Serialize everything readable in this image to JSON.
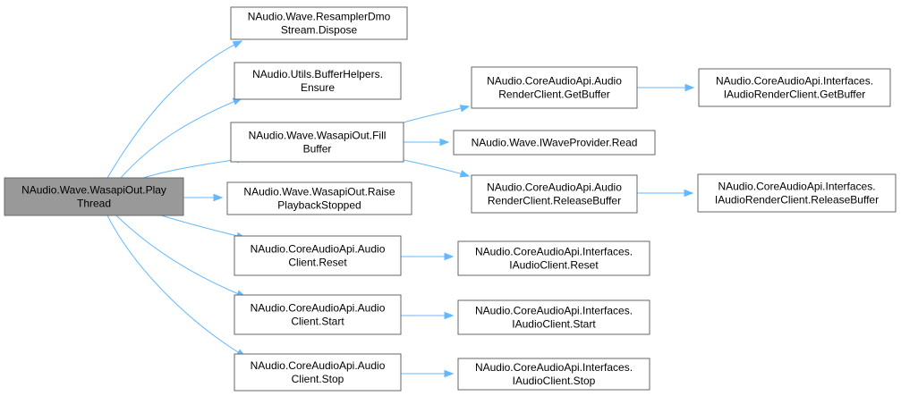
{
  "colors": {
    "root_fill": "#999999",
    "node_fill": "#ffffff",
    "node_border": "#666666",
    "edge": "#63b8ff"
  },
  "nodes": {
    "root": [
      "NAudio.Wave.WasapiOut.Play",
      "Thread"
    ],
    "resampler_dispose": [
      "NAudio.Wave.ResamplerDmo",
      "Stream.Dispose"
    ],
    "buffer_ensure": [
      "NAudio.Utils.BufferHelpers.",
      "Ensure"
    ],
    "fill_buffer": [
      "NAudio.Wave.WasapiOut.Fill",
      "Buffer"
    ],
    "raise_stopped": [
      "NAudio.Wave.WasapiOut.Raise",
      "PlaybackStopped"
    ],
    "client_reset": [
      "NAudio.CoreAudioApi.Audio",
      "Client.Reset"
    ],
    "client_start": [
      "NAudio.CoreAudioApi.Audio",
      "Client.Start"
    ],
    "client_stop": [
      "NAudio.CoreAudioApi.Audio",
      "Client.Stop"
    ],
    "render_getbuffer": [
      "NAudio.CoreAudioApi.Audio",
      "RenderClient.GetBuffer"
    ],
    "waveprovider_read": [
      "NAudio.Wave.IWaveProvider.Read"
    ],
    "render_releasebuffer": [
      "NAudio.CoreAudioApi.Audio",
      "RenderClient.ReleaseBuffer"
    ],
    "i_render_getbuffer": [
      "NAudio.CoreAudioApi.Interfaces.",
      "IAudioRenderClient.GetBuffer"
    ],
    "i_render_releasebuffer": [
      "NAudio.CoreAudioApi.Interfaces.",
      "IAudioRenderClient.ReleaseBuffer"
    ],
    "i_client_reset": [
      "NAudio.CoreAudioApi.Interfaces.",
      "IAudioClient.Reset"
    ],
    "i_client_start": [
      "NAudio.CoreAudioApi.Interfaces.",
      "IAudioClient.Start"
    ],
    "i_client_stop": [
      "NAudio.CoreAudioApi.Interfaces.",
      "IAudioClient.Stop"
    ]
  }
}
